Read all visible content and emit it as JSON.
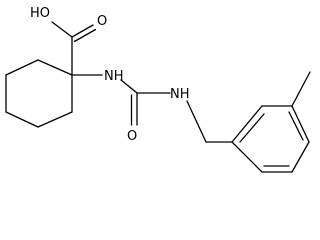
{
  "molecule": {
    "labels": {
      "carboxylic_oh": "HO",
      "carbonyl_o_acid": "O",
      "amine_nh_1": "NH",
      "urea_o": "O",
      "amine_nh_2": "NH"
    }
  },
  "colors": {
    "bond": "#000000",
    "label": "#000000",
    "background": "#ffffff"
  }
}
